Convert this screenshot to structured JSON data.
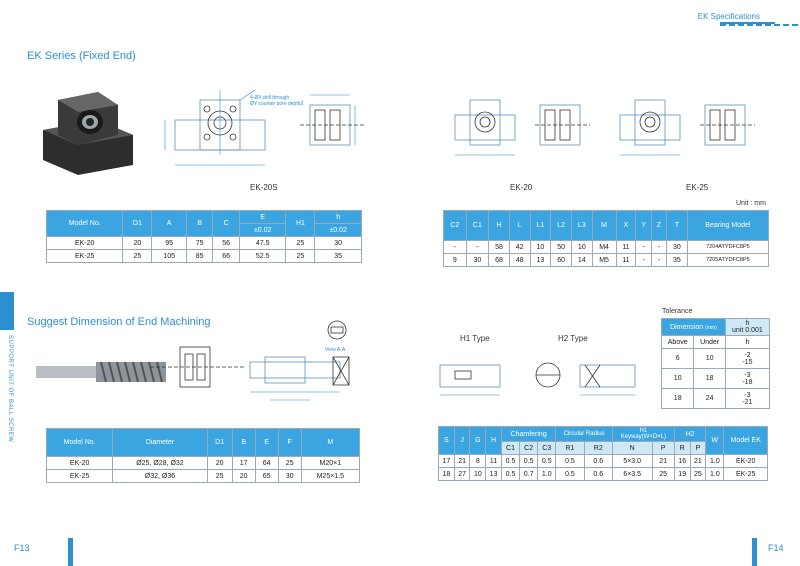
{
  "header": {
    "title": "EK Specifications"
  },
  "sidebar_text": "SUPPORT UNIT OF BALL SCREW",
  "sec1": {
    "title": "EK Series (Fixed End)",
    "cap_left": "EK-20S",
    "cap_mid": "EK-20",
    "cap_right": "EK-25",
    "note1": "4-ØX drill through",
    "note2": "ØY counter bore depthZ",
    "unit": "Unit : mm",
    "t1": {
      "h_model": "Model No.",
      "h_D1": "D1",
      "h_A": "A",
      "h_B": "B",
      "h_C": "C",
      "h_E": "E",
      "h_E_tol": "±0.02",
      "h_H1": "H1",
      "h_h": "h",
      "h_h_tol": "±0.02",
      "rows": [
        [
          "EK-20",
          "20",
          "95",
          "75",
          "56",
          "47.5",
          "25",
          "30"
        ],
        [
          "EK-25",
          "25",
          "105",
          "85",
          "66",
          "52.5",
          "25",
          "35"
        ]
      ]
    },
    "t2": {
      "heads": [
        "C2",
        "C1",
        "H",
        "L",
        "L1",
        "L2",
        "L3",
        "M",
        "X",
        "Y",
        "Z",
        "T",
        "Bearing Model"
      ],
      "rows": [
        [
          "-",
          "-",
          "58",
          "42",
          "10",
          "50",
          "10",
          "M4",
          "11",
          "-",
          "-",
          "30",
          "7204ATYDFC8P5"
        ],
        [
          "9",
          "30",
          "68",
          "48",
          "13",
          "60",
          "14",
          "M5",
          "11",
          "-",
          "-",
          "35",
          "7205ATYDFC8P5"
        ]
      ]
    }
  },
  "sec2": {
    "title": "Suggest Dimension of End Machining",
    "view": "View A-A",
    "h1": "H1 Type",
    "h2": "H2 Type",
    "tol": {
      "title": "Tolerance",
      "h_dim": "Dimension",
      "h_dim_unit": "(mm)",
      "h_h": "h",
      "h_h_unit": "unit 0.001",
      "above": "Above",
      "under": "Under",
      "h": "h",
      "rows": [
        [
          "6",
          "10",
          "-2",
          "-15"
        ],
        [
          "10",
          "18",
          "-3",
          "-18"
        ],
        [
          "18",
          "24",
          "-3",
          "-21"
        ]
      ]
    },
    "t3": {
      "heads": [
        "Model No.",
        "Diameter",
        "D1",
        "B",
        "E",
        "F",
        "M"
      ],
      "rows": [
        [
          "EK-20",
          "Ø25, Ø28, Ø32",
          "20",
          "17",
          "64",
          "25",
          "M20×1"
        ],
        [
          "EK-25",
          "Ø32, Ø36",
          "25",
          "20",
          "65",
          "30",
          "M25×1.5"
        ]
      ]
    },
    "t4": {
      "S": "S",
      "J": "J",
      "G": "G",
      "H": "H",
      "Chamfering": "Chamfering",
      "Circular": "Circular Radius",
      "H1": "H1",
      "H1sub": "Keyway(W×D×L)",
      "H2": "H2",
      "W": "W",
      "Model": "Model EK",
      "C1": "C1",
      "C2": "C2",
      "C3": "C3",
      "R1": "R1",
      "R2": "R2",
      "N": "N",
      "P": "P",
      "R": "R",
      "P2": "P",
      "rows": [
        [
          "17",
          "21",
          "8",
          "11",
          "0.5",
          "0.5",
          "0.5",
          "0.5",
          "0.6",
          "5×3.0",
          "21",
          "16",
          "21",
          "1.0",
          "EK-20"
        ],
        [
          "18",
          "27",
          "10",
          "13",
          "0.5",
          "0.7",
          "1.0",
          "0.5",
          "0.6",
          "6×3.5",
          "25",
          "19",
          "25",
          "1.0",
          "EK-25"
        ]
      ]
    }
  },
  "footer": {
    "left": "F13",
    "right": "F14"
  }
}
